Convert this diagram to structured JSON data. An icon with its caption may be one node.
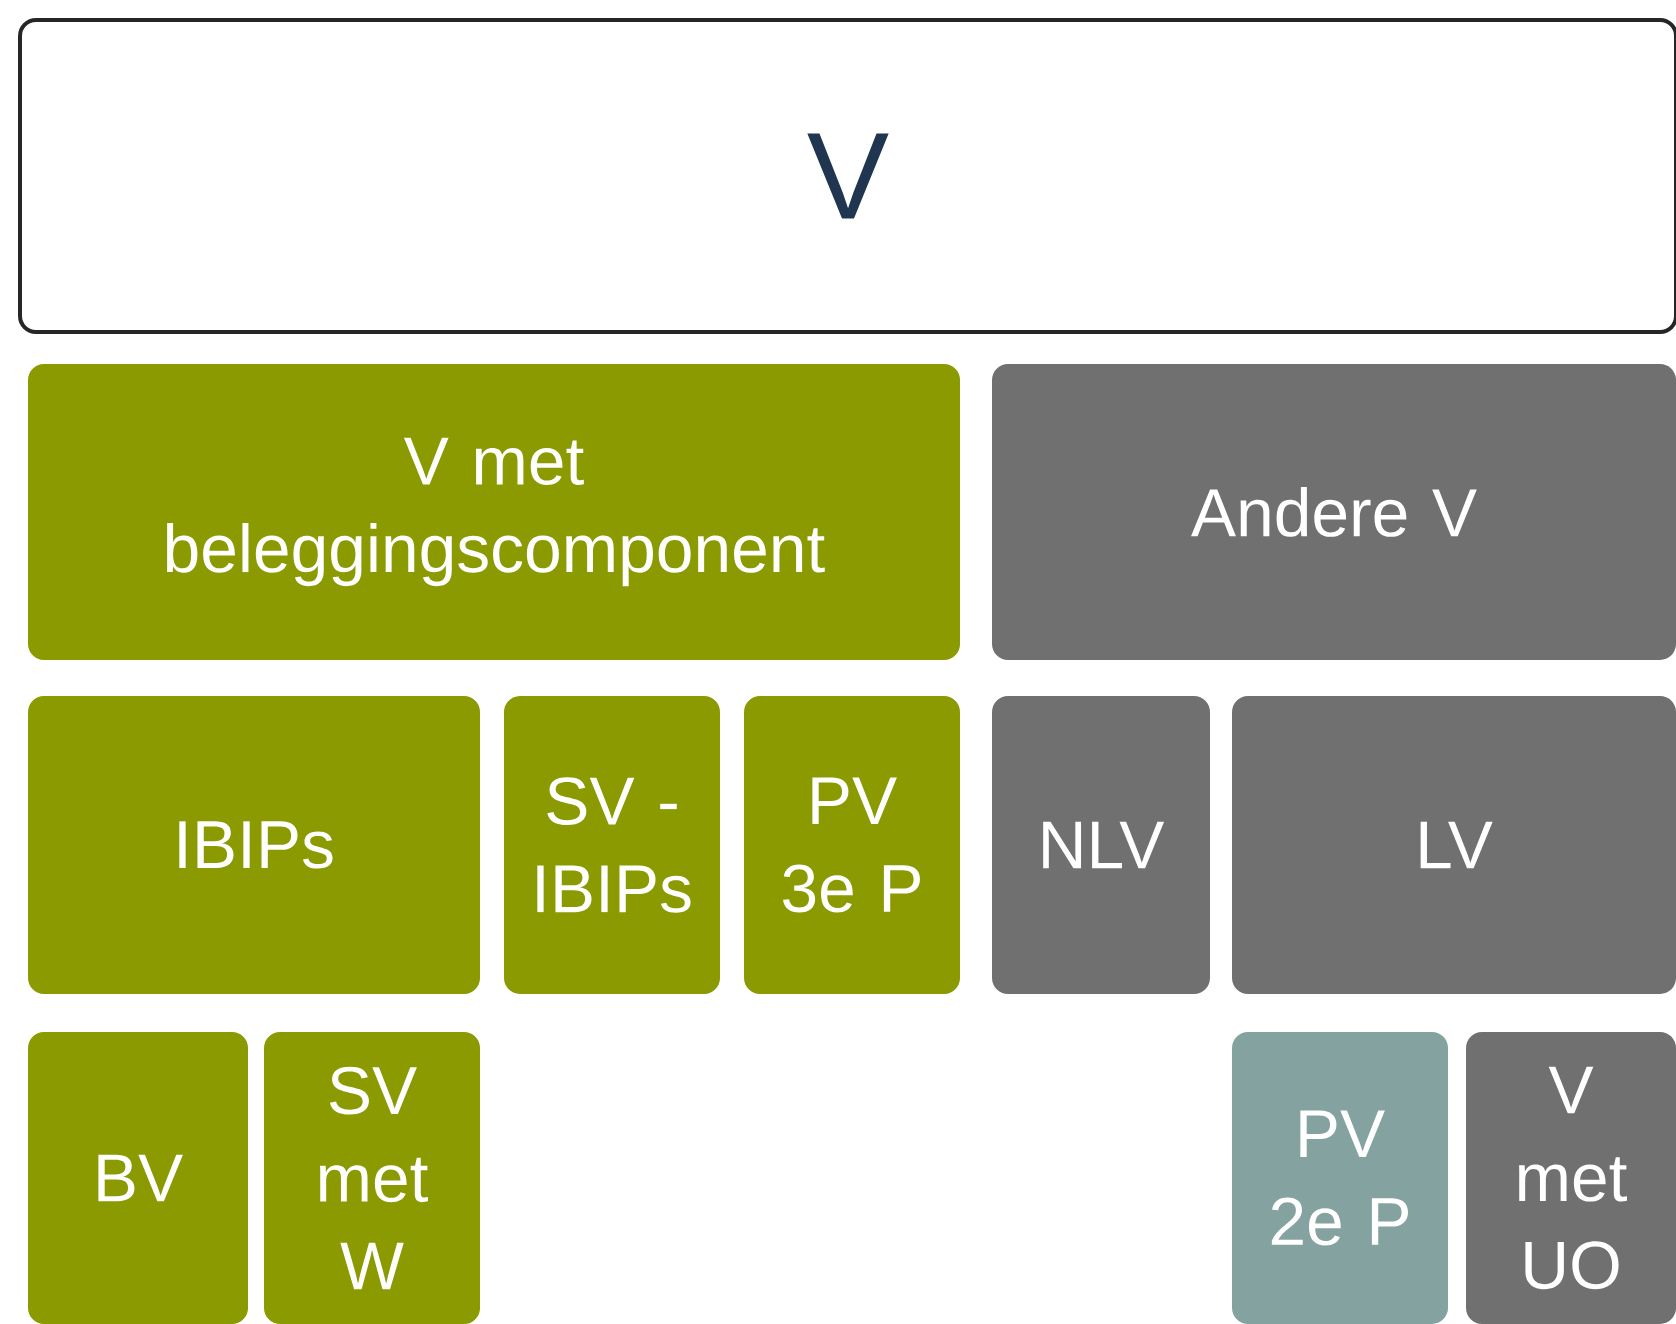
{
  "diagram": {
    "nodes": [
      {
        "text": [
          "V"
        ]
      },
      {
        "text": [
          "V met beleggingscomponent"
        ]
      },
      {
        "text": [
          "Andere V"
        ]
      },
      {
        "text": [
          "IBIPs"
        ]
      },
      {
        "text": [
          "SV - IBIPs"
        ]
      },
      {
        "text": [
          "PV 3e P"
        ]
      },
      {
        "text": [
          "NLV"
        ]
      },
      {
        "text": [
          "LV"
        ]
      },
      {
        "text": [
          "BV"
        ]
      },
      {
        "text": [
          "SV met W"
        ]
      },
      {
        "text": [
          "PV 2e P"
        ]
      },
      {
        "text": [
          "V met UO"
        ]
      }
    ]
  }
}
